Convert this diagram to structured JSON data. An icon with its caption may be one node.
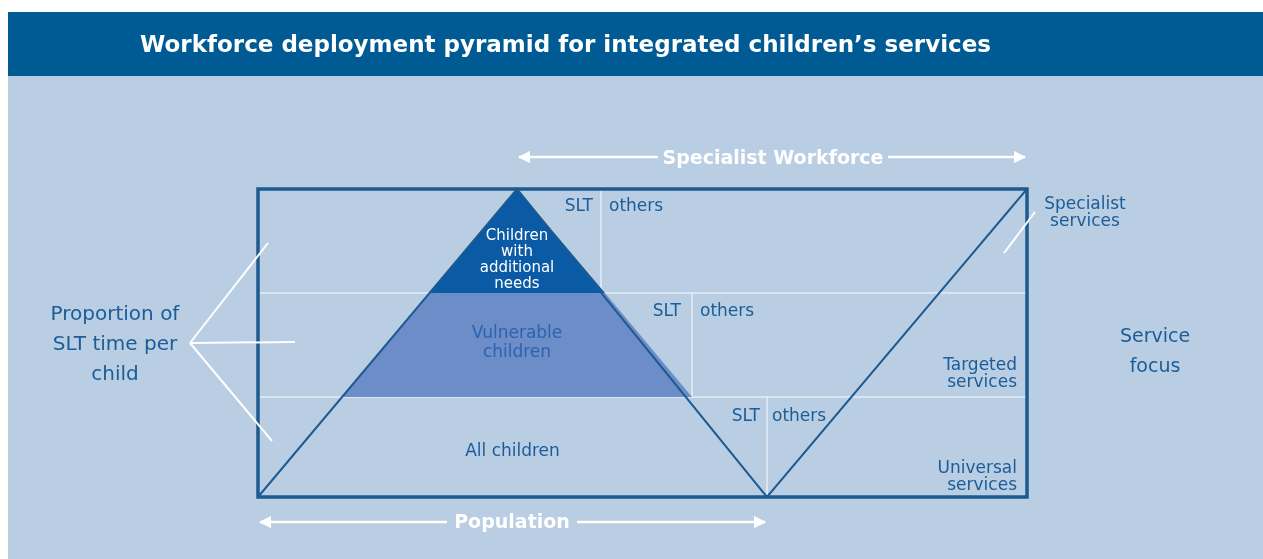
{
  "diagram": {
    "title": "Workforce deployment pyramid for integrated children’s services",
    "nodes": [
      {
        "text": [
          "Children with additional needs"
        ]
      },
      {
        "text": [
          "Vulnerable children"
        ]
      },
      {
        "text": [
          "All children"
        ]
      },
      {
        "text": [
          "Proportion of SLT time per child"
        ]
      },
      {
        "text": [
          "Specialist services"
        ]
      }
    ],
    "edges": [
      {
        "from": 3,
        "to": null,
        "arrow": "none"
      },
      {
        "from": 3,
        "to": null,
        "arrow": "none"
      },
      {
        "from": 3,
        "to": null,
        "arrow": "none"
      },
      {
        "from": 4,
        "to": null,
        "arrow": "none"
      }
    ],
    "labels": [
      "Specialist Workforce",
      "SLT",
      "others",
      "SLT",
      "others",
      "Service focus",
      "Targeted services",
      "SLT",
      "others",
      "Universal services",
      "Population"
    ]
  }
}
